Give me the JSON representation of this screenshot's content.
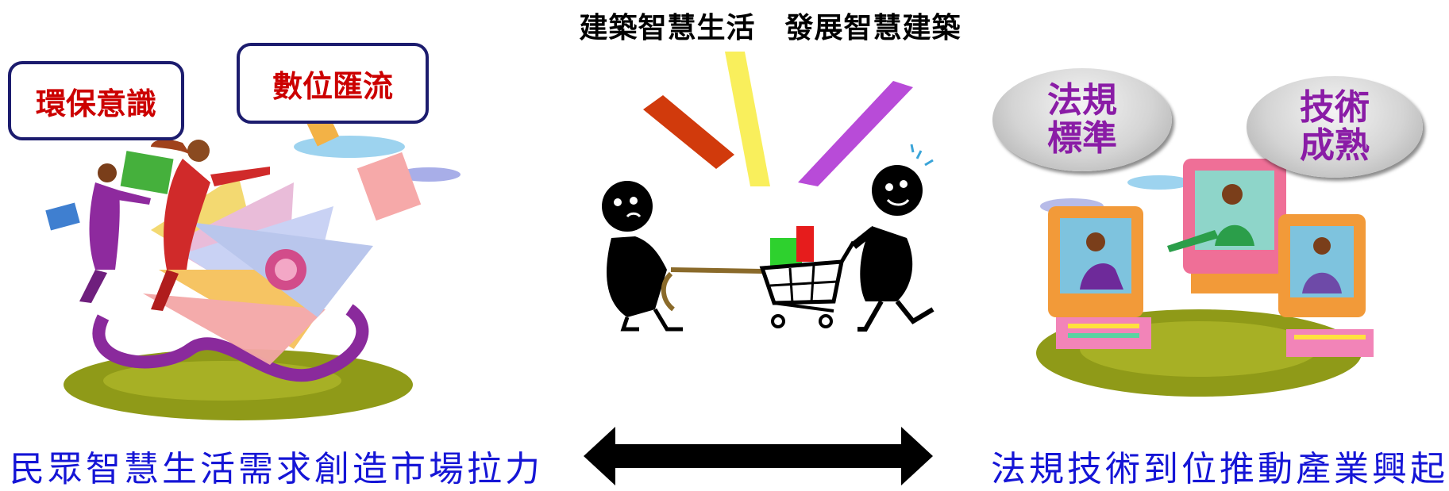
{
  "title": "建築智慧生活　發展智慧建築",
  "left": {
    "box1": "環保意識",
    "box2": "數位匯流",
    "caption": "民眾智慧生活需求創造市場拉力"
  },
  "right": {
    "bubble1_line1": "法規",
    "bubble1_line2": "標準",
    "bubble2_line1": "技術",
    "bubble2_line2": "成熟",
    "caption": "法規技術到位推動產業興起"
  },
  "colors": {
    "box_border": "#1c1c6e",
    "box_text": "#cc0000",
    "bubble_text": "#8a1ca6",
    "caption": "#1515d6"
  }
}
